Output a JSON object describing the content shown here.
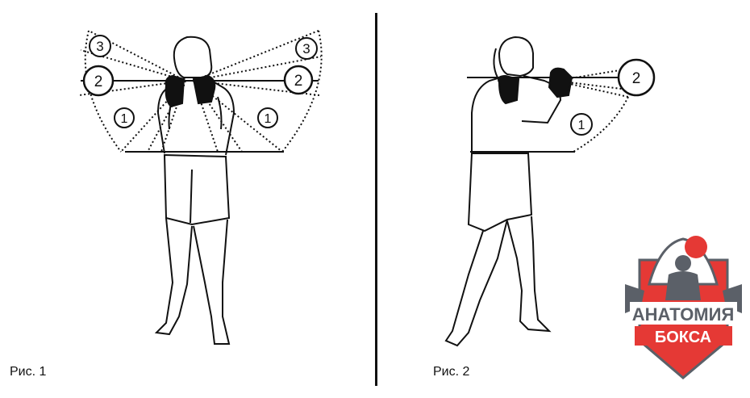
{
  "figures": [
    {
      "caption": "Рис. 1",
      "zones": [
        "1",
        "2",
        "3"
      ]
    },
    {
      "caption": "Рис. 2",
      "zones": [
        "1",
        "2"
      ]
    }
  ],
  "logo": {
    "line1": "АНАТОМИЯ",
    "line2": "БОКСА"
  },
  "colors": {
    "line": "#111111",
    "logo_red": "#e53935",
    "logo_grey": "#5b6068"
  }
}
